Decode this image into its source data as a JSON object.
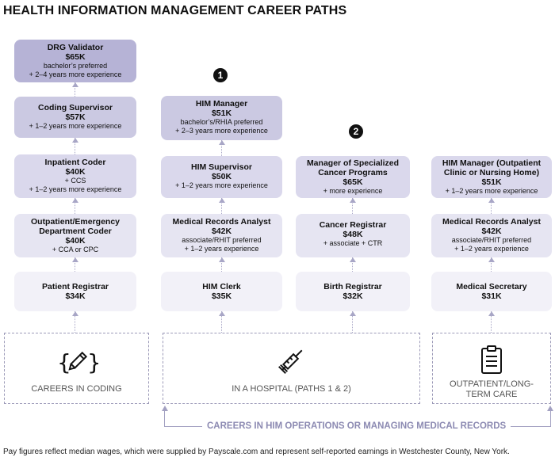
{
  "title": "HEALTH INFORMATION MANAGEMENT CAREER PATHS",
  "badges": {
    "path1": "1",
    "path2": "2"
  },
  "columns": [
    {
      "category": "CAREERS IN CODING",
      "icon": "pencil-icon",
      "jobs": [
        {
          "name": "DRG Validator",
          "pay": "$65K",
          "lines": [
            "bachelor’s preferred",
            "+ 2–4 years more experience"
          ]
        },
        {
          "name": "Coding Supervisor",
          "pay": "$57K",
          "lines": [
            "+ 1–2 years more experience"
          ]
        },
        {
          "name": "Inpatient Coder",
          "pay": "$40K",
          "lines": [
            "+ CCS",
            "+ 1–2 years more experience"
          ]
        },
        {
          "name": "Outpatient/Emergency Department Coder",
          "pay": "$40K",
          "lines": [
            "+ CCA or CPC"
          ]
        },
        {
          "name": "Patient Registrar",
          "pay": "$34K",
          "lines": []
        }
      ]
    },
    {
      "category": "IN A HOSPITAL (PATHS 1 & 2)",
      "icon": "syringe-icon",
      "jobs": [
        {
          "name": "HIM Manager",
          "pay": "$51K",
          "lines": [
            "bachelor’s/RHIA preferred",
            "+ 2–3 years more experience"
          ]
        },
        {
          "name": "HIM Supervisor",
          "pay": "$50K",
          "lines": [
            "+ 1–2 years more experience"
          ]
        },
        {
          "name": "Medical Records Analyst",
          "pay": "$42K",
          "lines": [
            "associate/RHIT preferred",
            "+ 1–2 years experience"
          ]
        },
        {
          "name": "HIM Clerk",
          "pay": "$35K",
          "lines": []
        }
      ]
    },
    {
      "category": "",
      "icon": "",
      "jobs": [
        {
          "name": "Manager of Specialized Cancer Programs",
          "pay": "$65K",
          "lines": [
            "+ more experience"
          ]
        },
        {
          "name": "Cancer Registrar",
          "pay": "$48K",
          "lines": [
            "+ associate + CTR"
          ]
        },
        {
          "name": "Birth Registrar",
          "pay": "$32K",
          "lines": []
        }
      ]
    },
    {
      "category": "OUTPATIENT/LONG-TERM CARE",
      "icon": "clipboard-icon",
      "jobs": [
        {
          "name": "HIM Manager (Outpatient Clinic or Nursing Home)",
          "pay": "$51K",
          "lines": [
            "+ 1–2 years more experience"
          ]
        },
        {
          "name": "Medical Records Analyst",
          "pay": "$42K",
          "lines": [
            "associate/RHIT preferred",
            "+ 1–2 years experience"
          ]
        },
        {
          "name": "Medical Secretary",
          "pay": "$31K",
          "lines": []
        }
      ]
    }
  ],
  "bracket_label": "CAREERS IN HIM OPERATIONS OR MANAGING MEDICAL RECORDS",
  "footnote": "Pay figures reflect median wages, which were supplied by Payscale.com and represent self-reported earnings in Westchester County, New York."
}
